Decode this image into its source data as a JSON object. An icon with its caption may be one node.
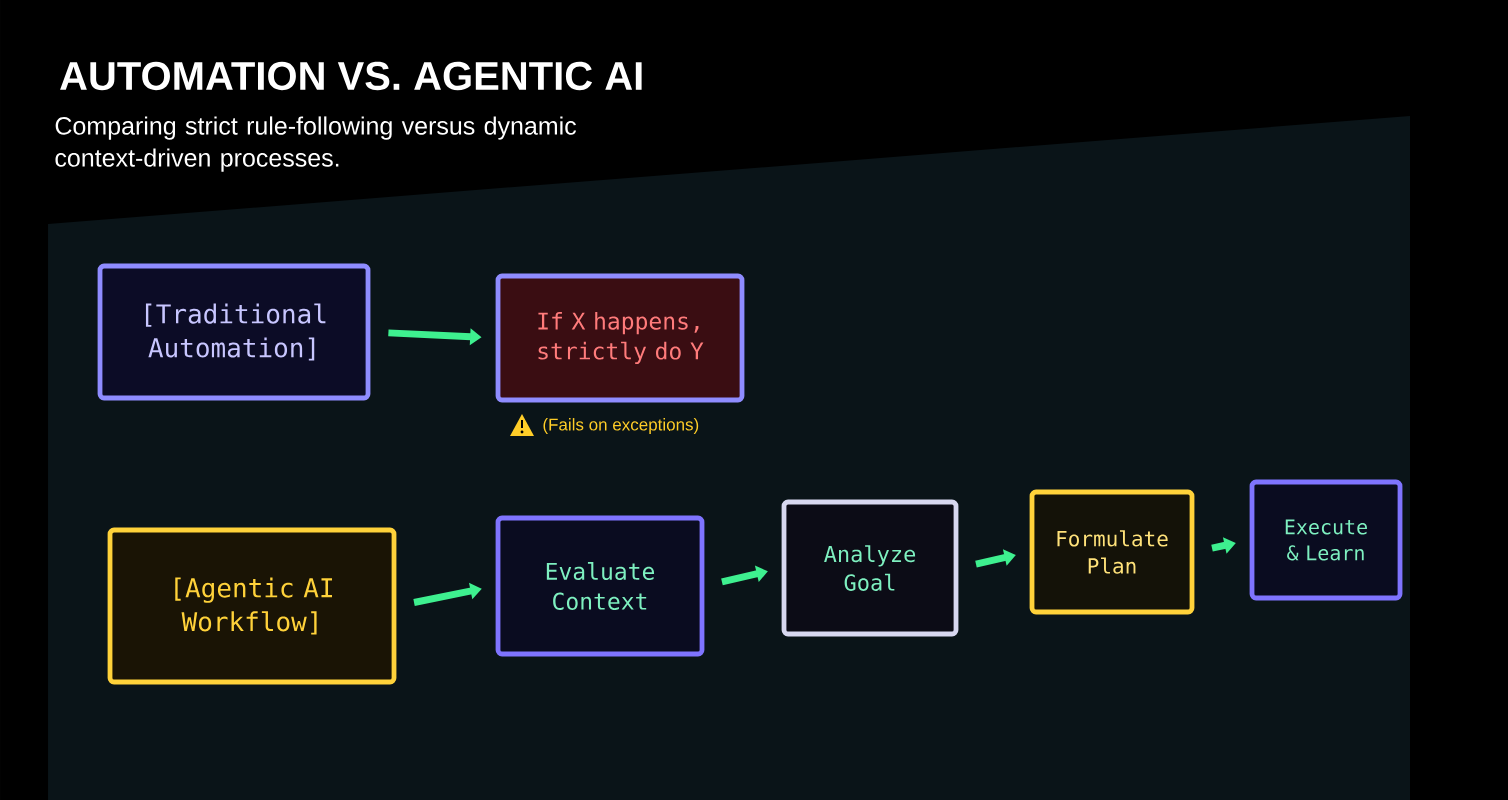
{
  "diagram": {
    "title": "AUTOMATION VS. AGENTIC AI",
    "caption": "Comparing strict rule-following versus dynamic context-driven processes.",
    "nodes": [
      {
        "text": [
          "[Traditional Automation]"
        ]
      },
      {
        "text": [
          "If X happens, strictly do Y"
        ],
        "beside": [
          "(Fails on exceptions)"
        ]
      },
      {
        "text": [
          "[Agentic AI Workflow]"
        ]
      },
      {
        "text": [
          "Evaluate Context"
        ]
      },
      {
        "text": [
          "Analyze Goal"
        ]
      },
      {
        "text": [
          "Formulate Plan"
        ]
      },
      {
        "text": [
          "Execute & Learn"
        ]
      }
    ],
    "edges": [
      {
        "from": 0,
        "to": 1,
        "arrow": "to"
      },
      {
        "from": 2,
        "to": 3,
        "arrow": "to"
      },
      {
        "from": 3,
        "to": 4,
        "arrow": "to"
      },
      {
        "from": 4,
        "to": 5,
        "arrow": "to"
      },
      {
        "from": 5,
        "to": 6,
        "arrow": "to"
      }
    ]
  }
}
